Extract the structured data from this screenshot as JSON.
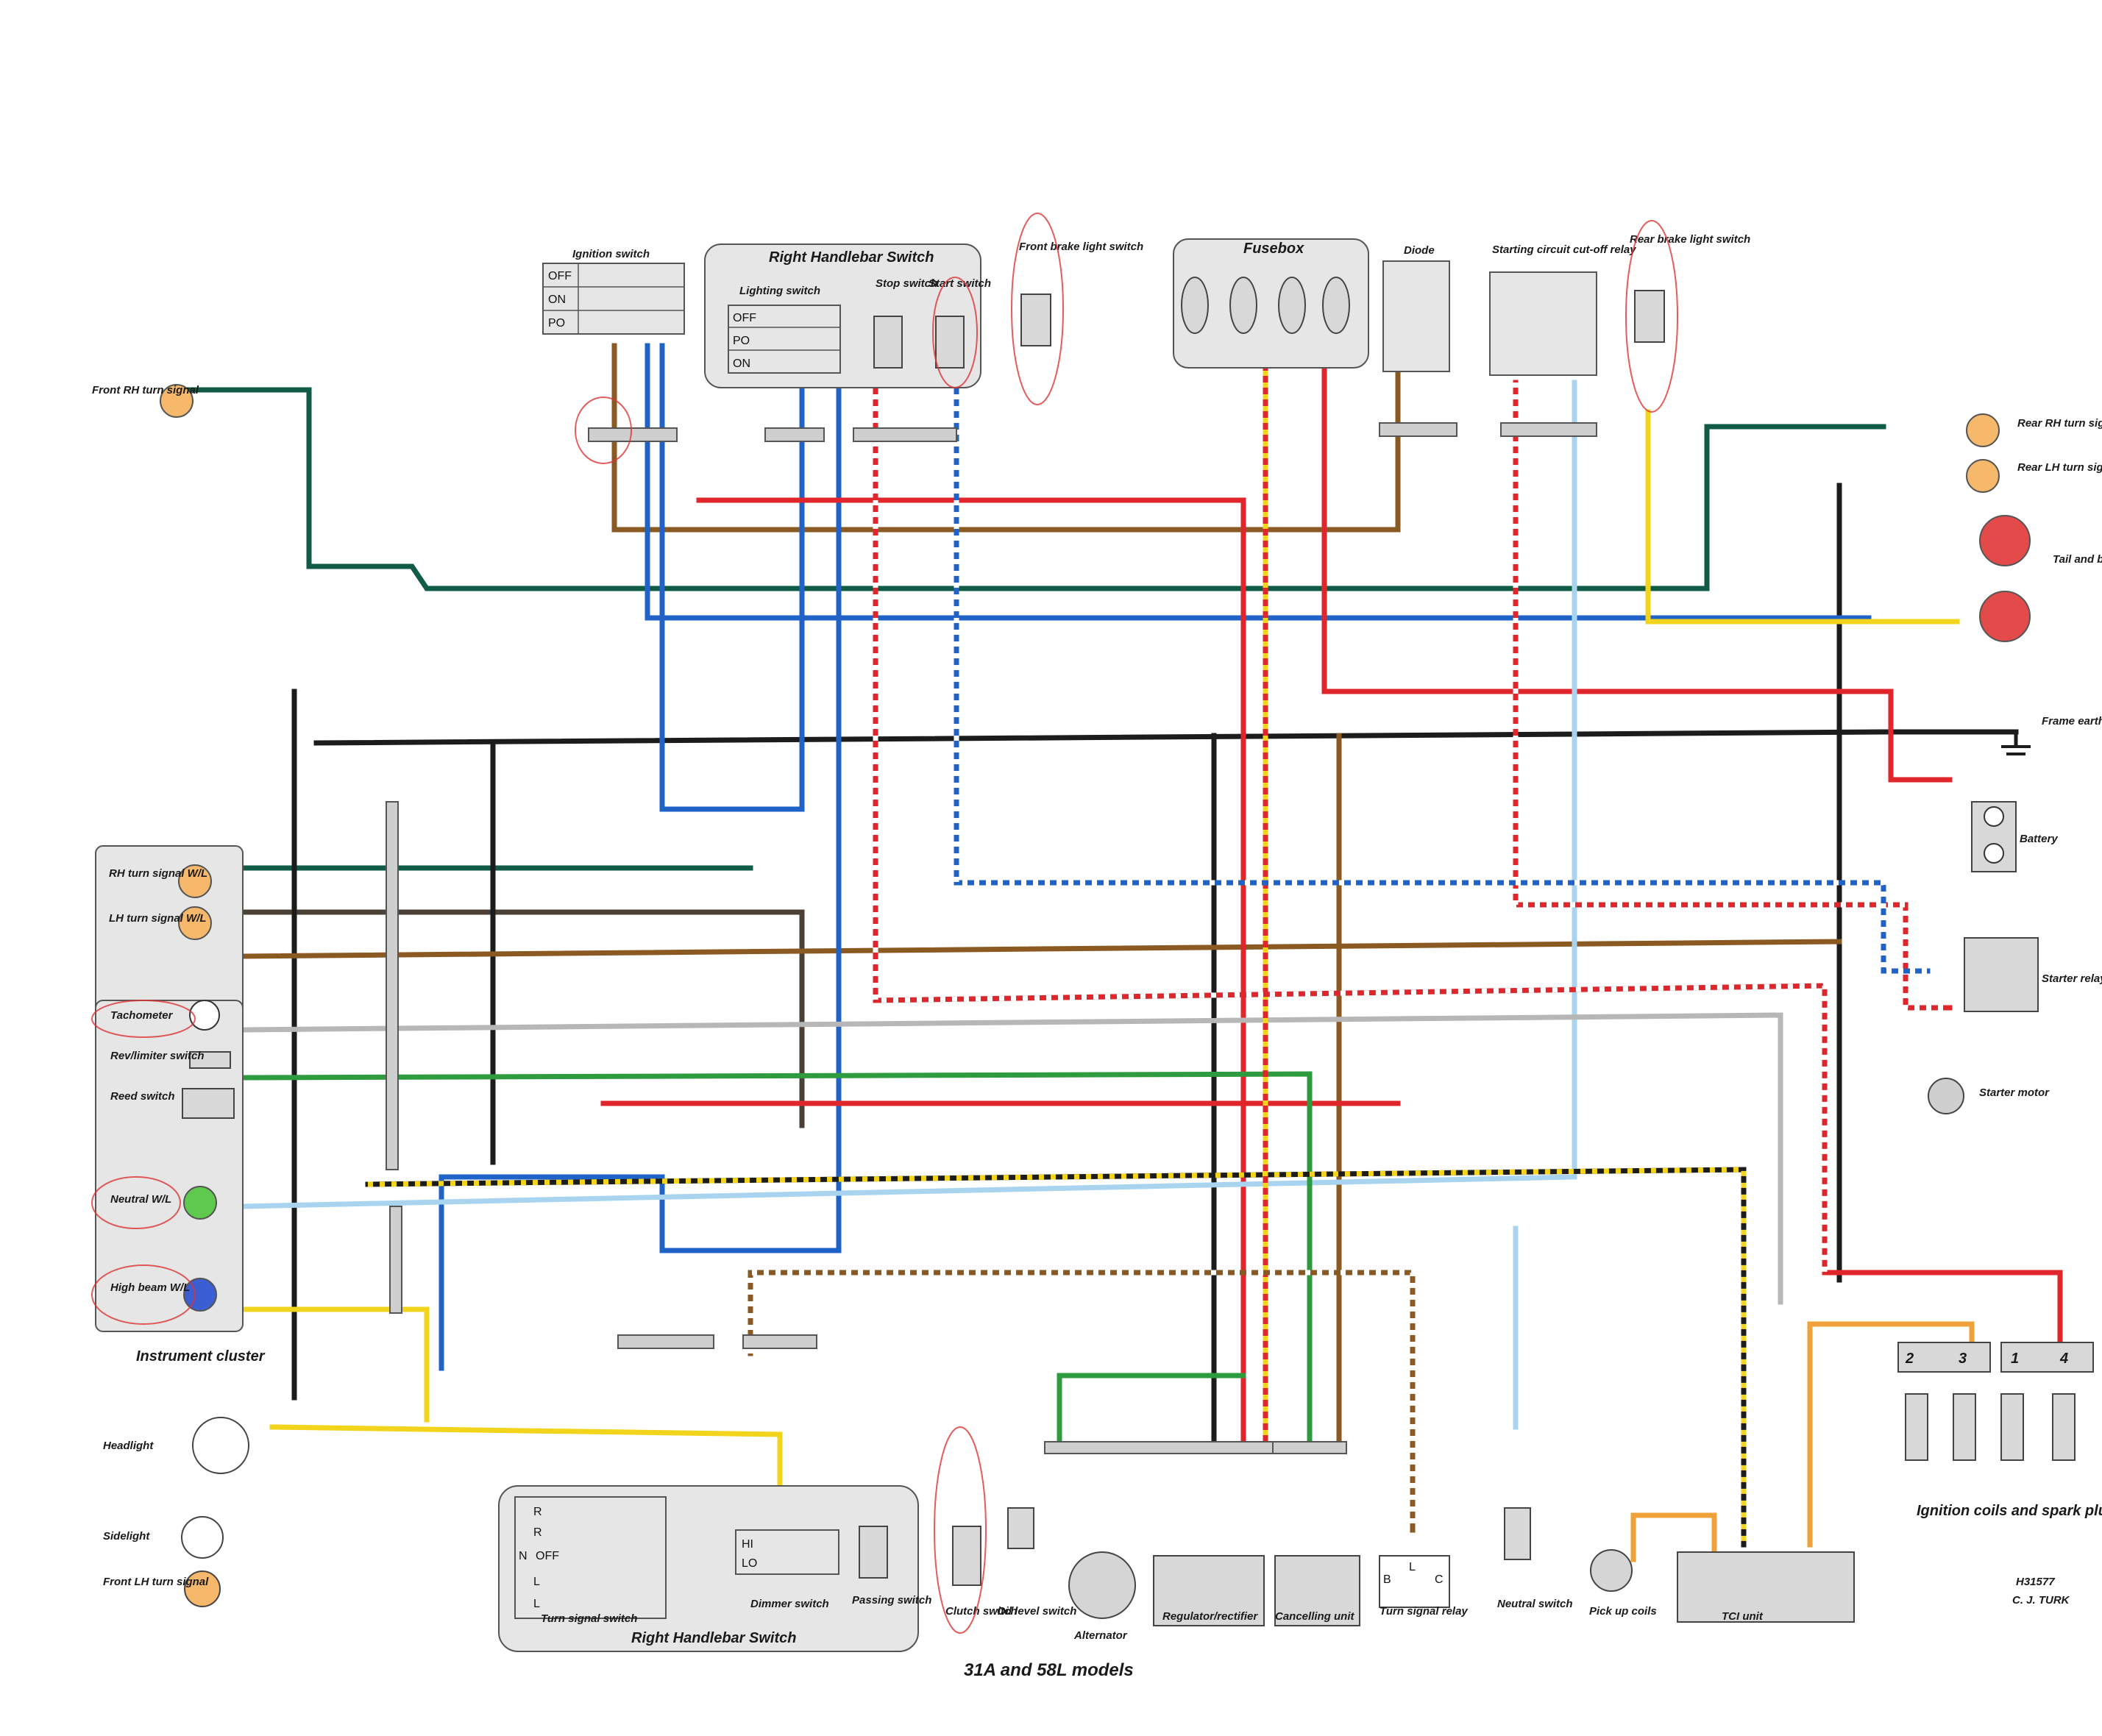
{
  "title": "31A and 58L models",
  "reference": "H31577",
  "artist": "C. J. TURK",
  "components": {
    "ignition_switch": {
      "label": "Ignition switch",
      "positions": [
        "OFF",
        "ON",
        "PO"
      ]
    },
    "right_handlebar_switch_top": {
      "label": "Right Handlebar Switch"
    },
    "lighting_switch": {
      "label": "Lighting switch",
      "positions": [
        "OFF",
        "PO",
        "ON"
      ]
    },
    "stop_switch": {
      "label": "Stop switch"
    },
    "start_switch": {
      "label": "Start switch"
    },
    "front_brake_light_switch": {
      "label": "Front brake light switch"
    },
    "fusebox": {
      "label": "Fusebox"
    },
    "diode": {
      "label": "Diode"
    },
    "starting_circuit_relay": {
      "label": "Starting circuit cut-off relay"
    },
    "rear_brake_light_switch": {
      "label": "Rear brake light switch"
    },
    "front_rh_turn_signal": {
      "label": "Front RH turn signal"
    },
    "rear_rh_turn_signal": {
      "label": "Rear RH turn signal"
    },
    "rear_lh_turn_signal": {
      "label": "Rear LH turn signal"
    },
    "tail_brake_lights": {
      "label": "Tail and brake lights"
    },
    "frame_earth": {
      "label": "Frame earth"
    },
    "battery": {
      "label": "Battery"
    },
    "starter_relay": {
      "label": "Starter relay"
    },
    "starter_motor": {
      "label": "Starter motor"
    },
    "rh_turn_signal_wl": {
      "label": "RH turn signal W/L"
    },
    "lh_turn_signal_wl": {
      "label": "LH turn signal W/L"
    },
    "tachometer": {
      "label": "Tachometer"
    },
    "rev_limiter_switch": {
      "label": "Rev/limiter switch"
    },
    "reed_switch": {
      "label": "Reed switch"
    },
    "neutral_wl": {
      "label": "Neutral W/L"
    },
    "high_beam_wl": {
      "label": "High beam W/L"
    },
    "instrument_cluster": {
      "label": "Instrument cluster"
    },
    "headlight": {
      "label": "Headlight"
    },
    "sidelight": {
      "label": "Sidelight"
    },
    "front_lh_turn_signal": {
      "label": "Front LH turn signal"
    },
    "turn_signal_switch": {
      "label": "Turn signal switch",
      "positions": [
        "R",
        "R",
        "N",
        "OFF",
        "L",
        "L"
      ]
    },
    "dimmer_switch": {
      "label": "Dimmer switch",
      "positions": [
        "HI",
        "LO"
      ]
    },
    "passing_switch": {
      "label": "Passing switch"
    },
    "right_handlebar_switch_bottom": {
      "label": "Right Handlebar Switch"
    },
    "clutch_switch": {
      "label": "Clutch switch"
    },
    "oil_level_switch": {
      "label": "Oil level switch"
    },
    "alternator": {
      "label": "Alternator"
    },
    "regulator_rectifier": {
      "label": "Regulator/rectifier"
    },
    "cancelling_unit": {
      "label": "Cancelling unit"
    },
    "turn_signal_relay": {
      "label": "Turn signal relay",
      "terminals": [
        "L",
        "B",
        "C"
      ]
    },
    "neutral_switch": {
      "label": "Neutral switch"
    },
    "pick_up_coils": {
      "label": "Pick up coils"
    },
    "tci_unit": {
      "label": "TCI unit"
    },
    "ignition_coils": {
      "label": "Ignition coils and spark plugs",
      "numbers": [
        "2",
        "3",
        "1",
        "4"
      ]
    }
  },
  "colors": {
    "black": "#1c1c1c",
    "red": "#e0252b",
    "blue": "#1f63c8",
    "brown": "#8a5a22",
    "green": "#1e7a3c",
    "dark_green": "#0f5b45",
    "yellow": "#f2d41c",
    "light_blue": "#a9d4ef",
    "grey": "#b7b7b7",
    "orange": "#f0a23a",
    "white": "#ffffff"
  }
}
